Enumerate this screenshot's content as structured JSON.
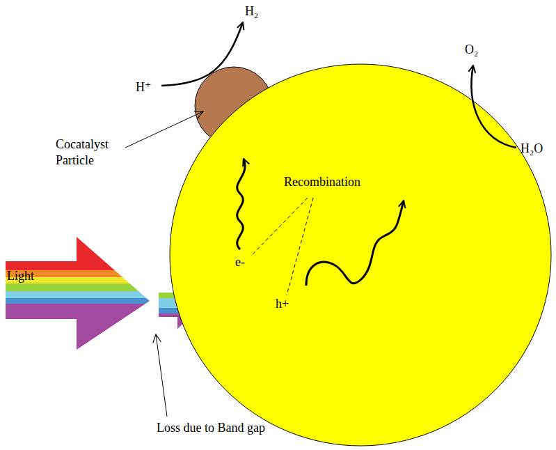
{
  "diagram": {
    "nodes": [
      {
        "text": [
          "Recombination",
          "e-",
          "h+"
        ]
      }
    ],
    "labels": [
      "H₂",
      "H⁺",
      "Cocatalyst Particle",
      "O₂",
      "H₂O",
      "Light",
      "Loss due to Band gap"
    ]
  }
}
